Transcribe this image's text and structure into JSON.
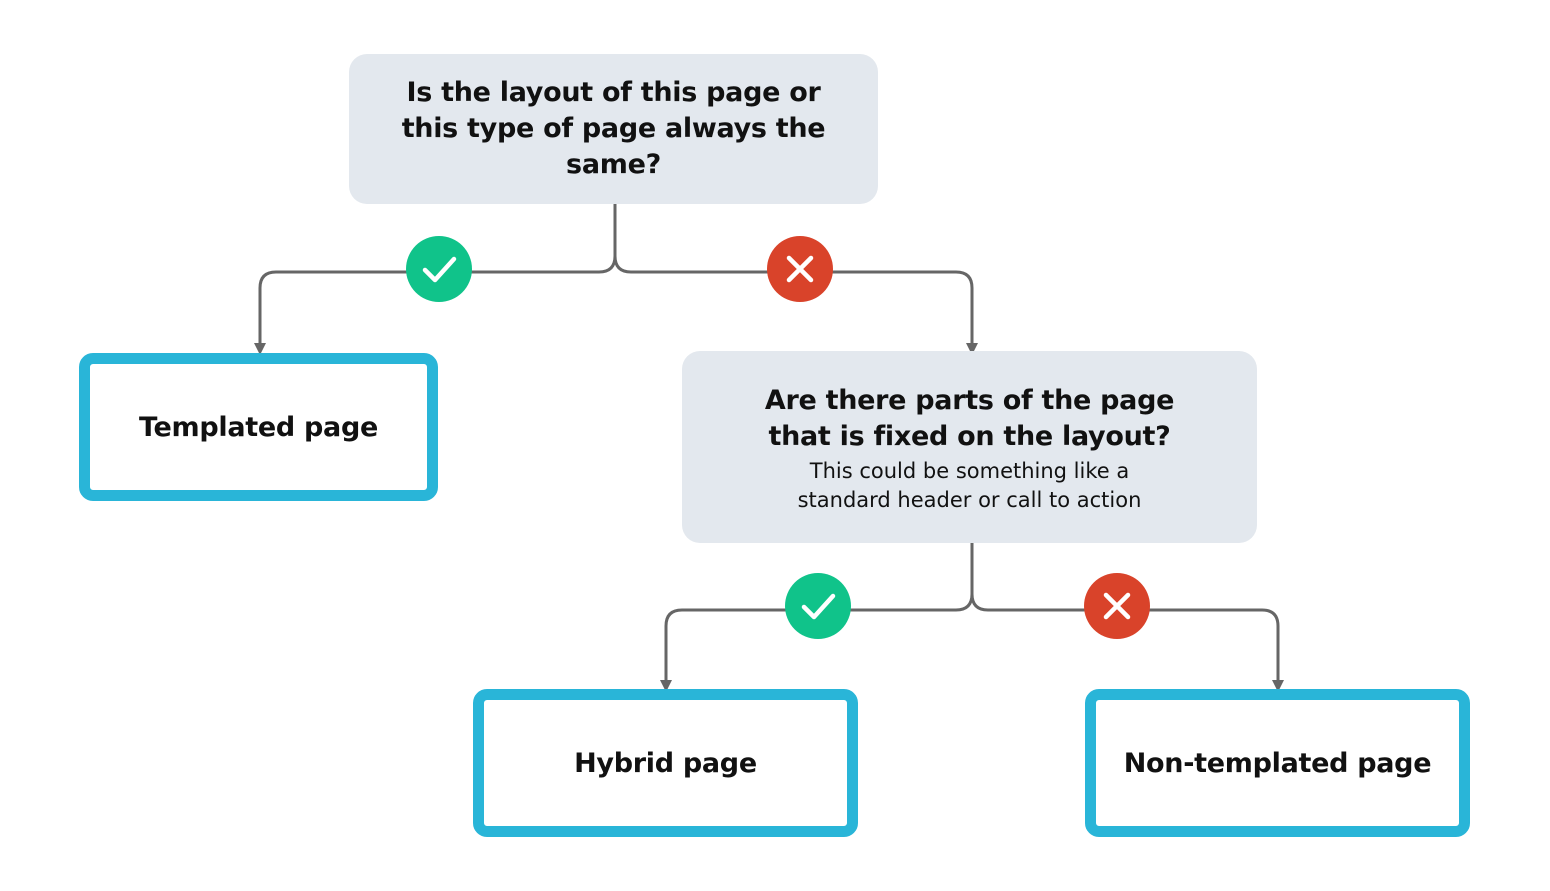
{
  "questions": {
    "layout_same": {
      "title": "Is the layout of this page or this type of page always the same?"
    },
    "fixed_parts": {
      "title": "Are there parts of the page that is fixed on the layout?",
      "subtitle": "This could be something like a standard header or call to action"
    }
  },
  "outcomes": {
    "templated": "Templated page",
    "hybrid": "Hybrid page",
    "non_templated": "Non-templated page"
  },
  "badges": {
    "yes_icon": "checkmark-icon",
    "no_icon": "cross-icon"
  },
  "colors": {
    "question_fill": "#e3e8ee",
    "outcome_border": "#29b5d8",
    "yes": "#10c38a",
    "no": "#d9432a",
    "connector": "#666666"
  }
}
